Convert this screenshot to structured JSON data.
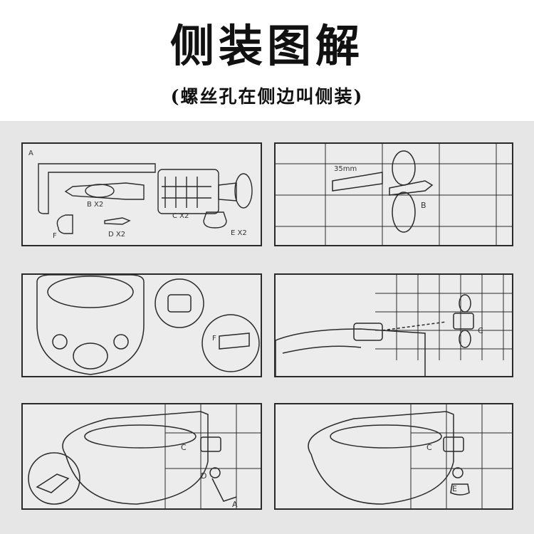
{
  "header": {
    "title": "侧装图解",
    "subtitle": "(螺丝孔在侧边叫侧装)"
  },
  "panels": {
    "p1": {
      "labels": {
        "a": "A",
        "b": "B X2",
        "c": "C X2",
        "d": "D X2",
        "e": "E X2",
        "f": "F"
      }
    },
    "p2": {
      "labels": {
        "dim": "35mm",
        "b": "B"
      }
    },
    "p3": {
      "labels": {
        "f": "F"
      }
    },
    "p4": {
      "labels": {
        "c": "C"
      }
    },
    "p5": {
      "labels": {
        "c": "C",
        "d": "D",
        "a": "A"
      }
    },
    "p6": {
      "labels": {
        "c": "C",
        "e": "E"
      }
    }
  },
  "colors": {
    "line": "#2a2a2a",
    "paper": "#ececec",
    "background": "#e6e6e6"
  }
}
